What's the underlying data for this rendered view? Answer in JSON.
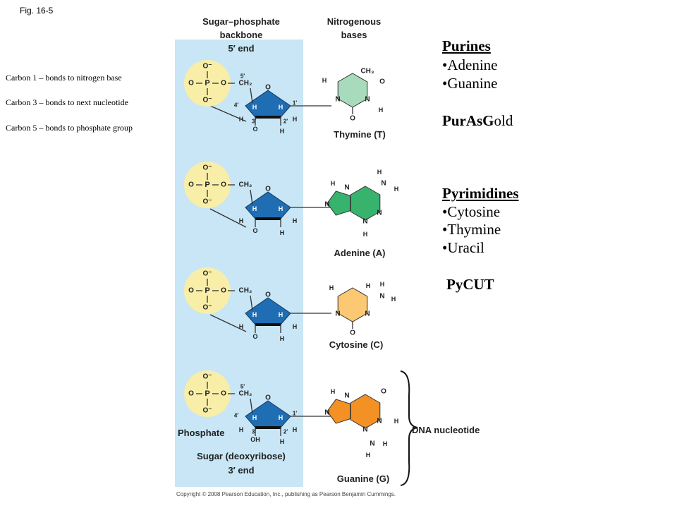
{
  "figure_label": "Fig. 16-5",
  "notes": [
    "Carbon 1 – bonds to nitrogen base",
    "Carbon 3 – bonds to next nucleotide",
    "Carbon 5 – bonds to phosphate group"
  ],
  "headers": {
    "backbone": [
      "Sugar–phosphate",
      "backbone",
      "5′ end"
    ],
    "bases": [
      "Nitrogenous",
      "bases"
    ]
  },
  "purines": {
    "title": "Purines",
    "items": [
      "•Adenine",
      "•Guanine"
    ],
    "mnemonic": "PurAsGold"
  },
  "pyrimidines": {
    "title": "Pyrimidines",
    "items": [
      "•Cytosine",
      "•Thymine",
      "•Uracil"
    ],
    "mnemonic": "PyCUT"
  },
  "base_labels": [
    "Thymine (T)",
    "Adenine (A)",
    "Cytosine (C)",
    "Guanine (G)"
  ],
  "bottom_labels": {
    "phosphate": "Phosphate",
    "sugar": "Sugar (deoxyribose)",
    "end3": "3′ end",
    "nucleotide": "DNA nucleotide"
  },
  "copyright": "Copyright © 2008 Pearson Education, Inc., publishing as Pearson Benjamin Cummings.",
  "atoms": {
    "O": "O",
    "P": "P",
    "H": "H",
    "N": "N",
    "C": "C",
    "CH2": "CH₂",
    "CH3": "CH₃",
    "OH": "OH",
    "Ominus": "O⁻"
  },
  "carbon_numbers": [
    "1′",
    "2′",
    "3′",
    "4′",
    "5′"
  ],
  "colors": {
    "backbone_panel": "#c8e6f5",
    "phosphate": "#f8eea8",
    "sugar": "#1f6db3",
    "thymine": "#a8dbbc",
    "adenine": "#38b36e",
    "cytosine": "#fcc873",
    "guanine": "#f39125"
  }
}
